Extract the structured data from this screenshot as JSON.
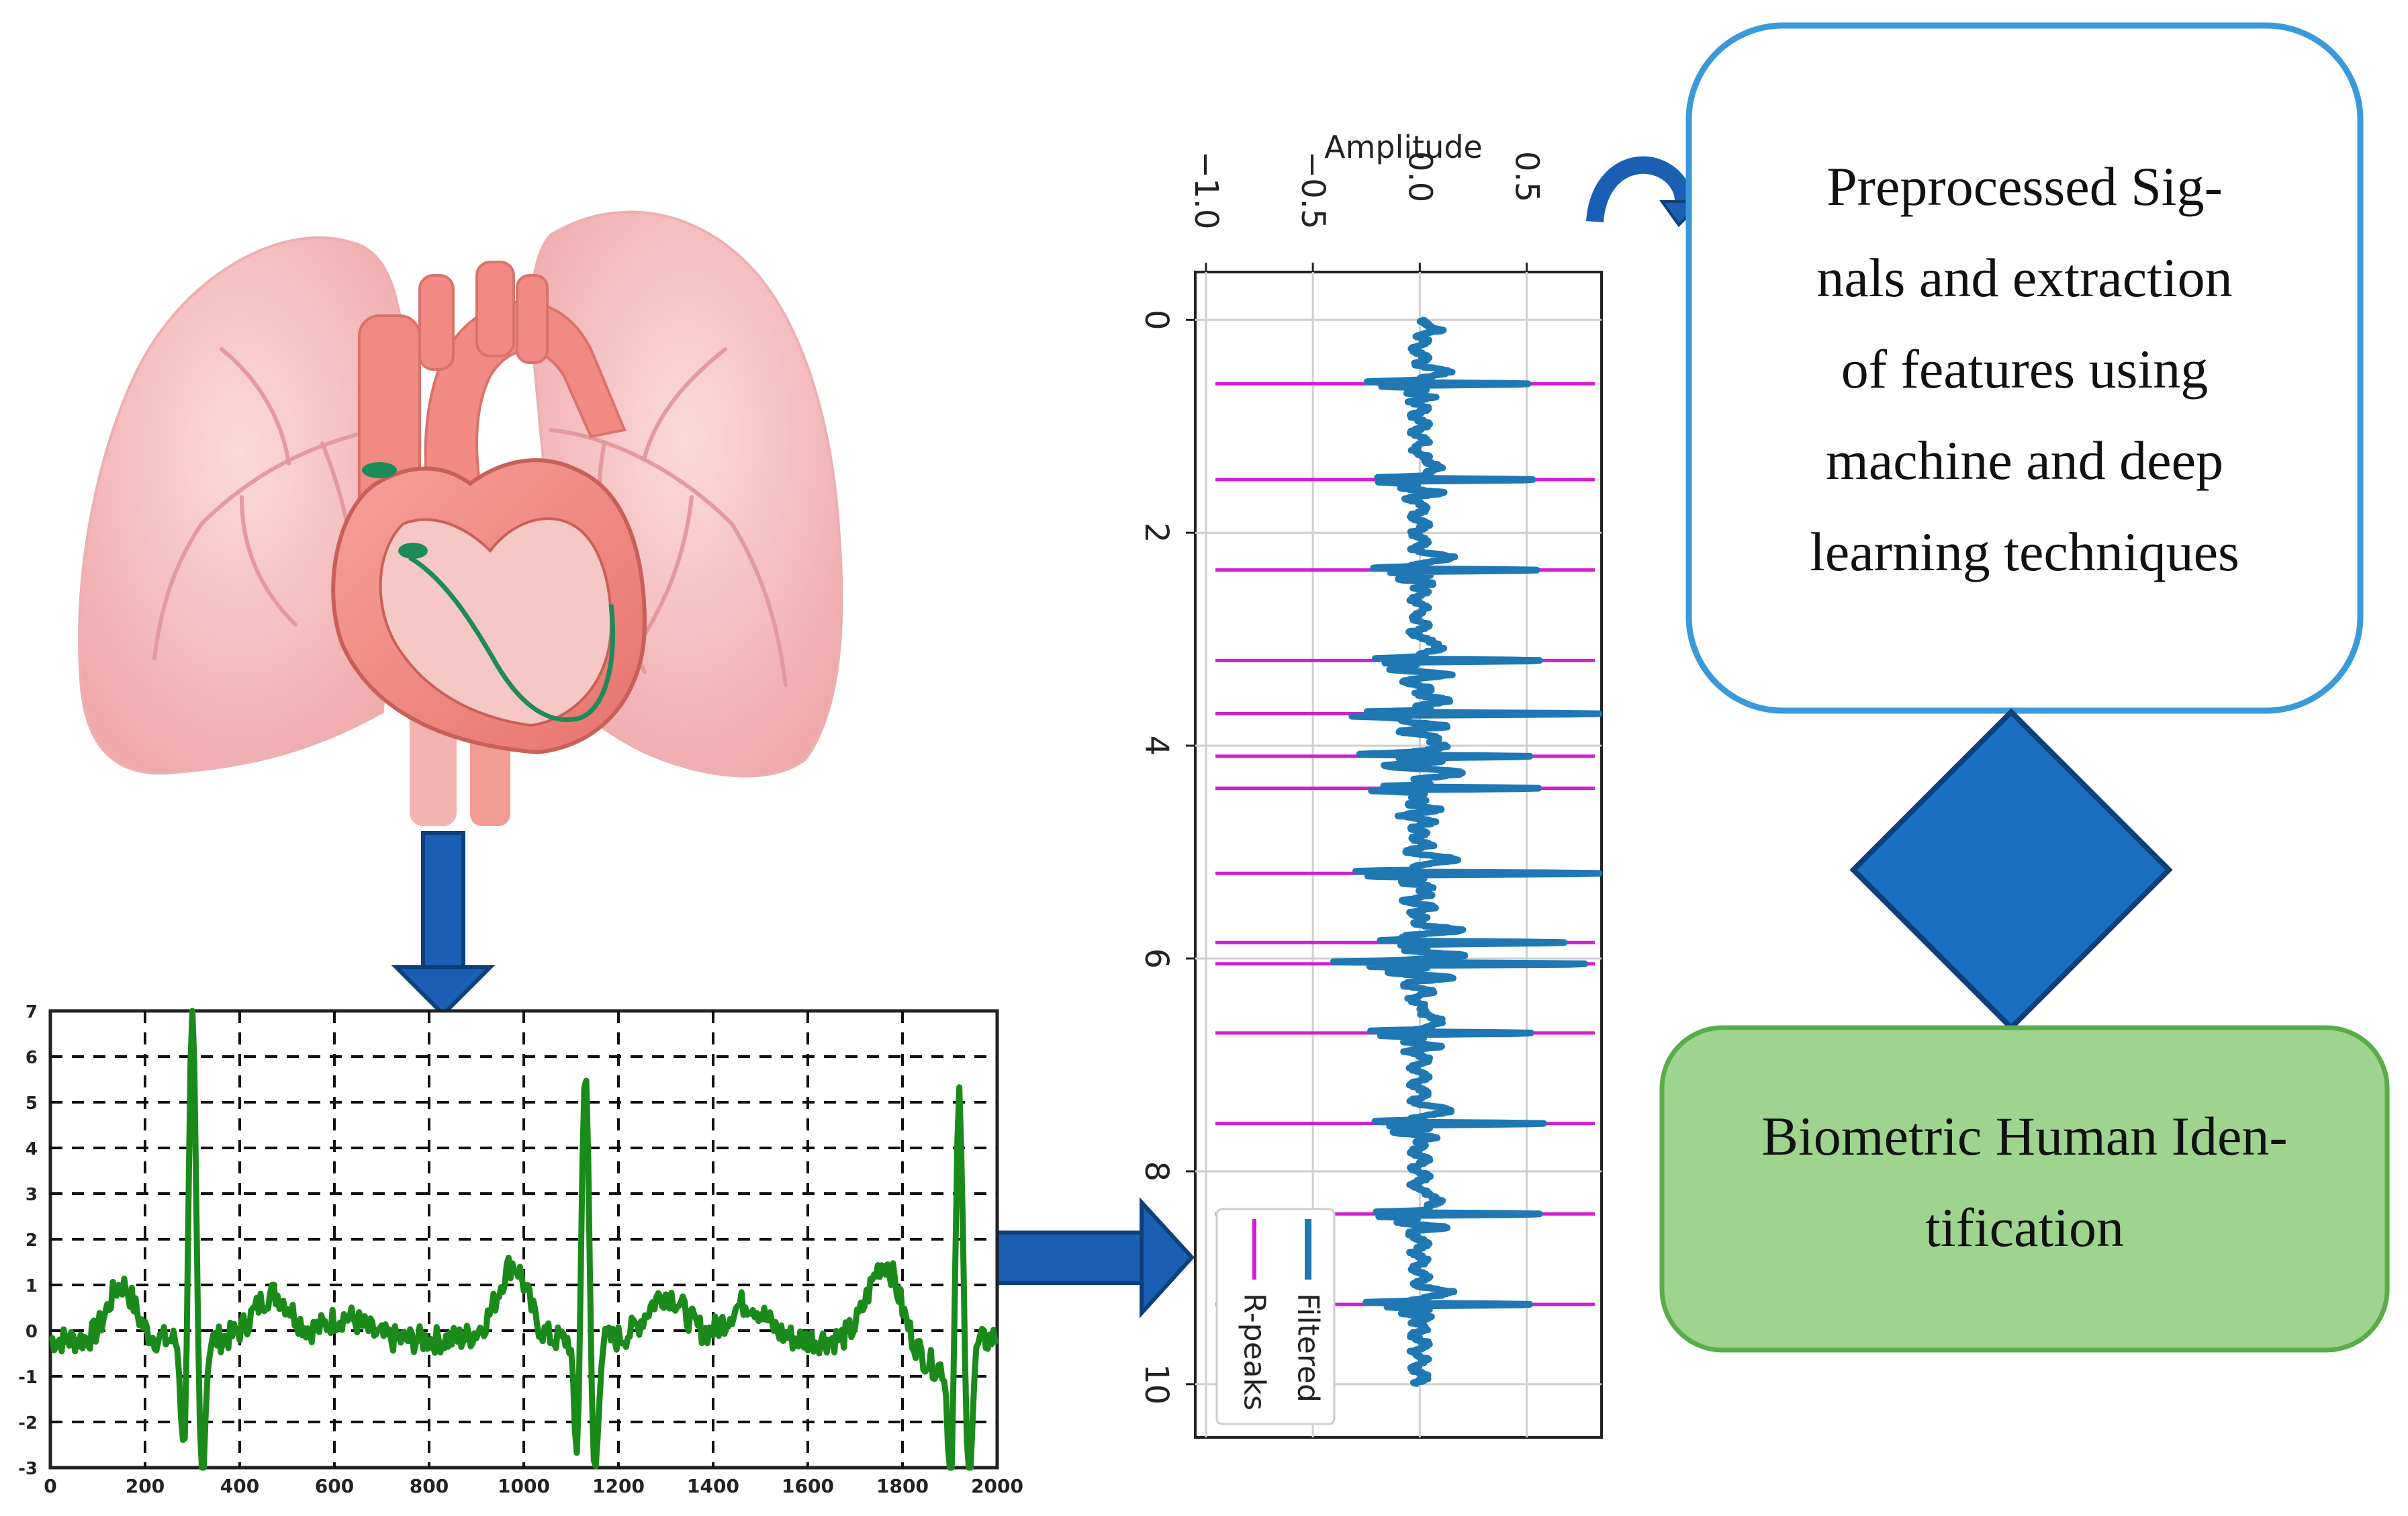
{
  "process_box": {
    "lines": [
      "Preprocessed Sig-",
      "nals and extraction",
      "of features using",
      "machine and deep",
      "learning techniques"
    ],
    "border_color": "#3a9ad9"
  },
  "result_box": {
    "lines": [
      "Biometric Human Iden-",
      "tification"
    ],
    "fill_color": "#9fd48f",
    "border_color": "#5aac4a"
  },
  "decision_diamond": {
    "fill_color": "#1a6fc2"
  },
  "arrow_color": "#1a5fb4",
  "icons": {
    "anatomy": "heart-lungs-icon",
    "flow_arrows": [
      "arrow-down-icon",
      "arrow-right-icon",
      "curved-arrow-icon"
    ],
    "decision": "diamond-icon"
  },
  "chart_data": [
    {
      "type": "line",
      "name_ref": "raw-ecg",
      "x_ticks": [
        "0",
        "200",
        "400",
        "600",
        "800",
        "1000",
        "1200",
        "1400",
        "1600",
        "1800",
        "2000"
      ],
      "y_ticks": [
        "-3",
        "-2",
        "-1",
        "0",
        "1",
        "2",
        "3",
        "4",
        "5",
        "6",
        "7"
      ],
      "xlim": [
        0,
        2000
      ],
      "ylim": [
        -3,
        7
      ],
      "grid": true,
      "grid_style": "dashed",
      "line_color": "#1a8a1a",
      "beats_at": [
        300,
        1130,
        1920
      ]
    },
    {
      "type": "line",
      "name_ref": "filtered-ecg",
      "orientation": "rotated-90",
      "ylabel": "Amplitude",
      "amp_ticks": [
        "−1.0",
        "−0.5",
        "0.0",
        "0.5"
      ],
      "amp_lim": [
        -1.05,
        0.85
      ],
      "time_ticks": [
        "0",
        "2",
        "4",
        "6",
        "8",
        "10"
      ],
      "time_lim": [
        -0.45,
        10.5
      ],
      "grid": true,
      "legend": [
        "Filtered",
        "R-peaks"
      ],
      "legend_placement": "lower-left",
      "series_colors": {
        "Filtered": "#1f77b4",
        "R-peaks": "#d11fd1"
      },
      "r_peaks": [
        0.6,
        1.5,
        2.35,
        3.2,
        3.7,
        4.1,
        4.4,
        5.2,
        5.85,
        6.05,
        6.7,
        7.55,
        8.4,
        9.25
      ]
    }
  ]
}
